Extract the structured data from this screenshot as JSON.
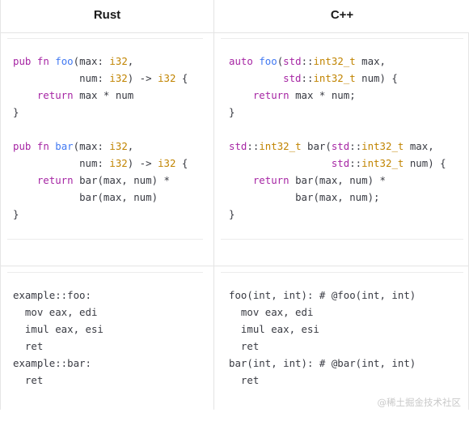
{
  "table": {
    "headers": {
      "rust": "Rust",
      "cpp": "C++"
    }
  },
  "source_code": {
    "rust": [
      {
        "indent": "",
        "parts": [
          {
            "t": "pub",
            "c": "kw"
          },
          {
            "t": " "
          },
          {
            "t": "fn",
            "c": "kw"
          },
          {
            "t": " "
          },
          {
            "t": "foo",
            "c": "fn"
          },
          {
            "t": "(max: "
          },
          {
            "t": "i32",
            "c": "ty"
          },
          {
            "t": ","
          }
        ]
      },
      {
        "indent": "           ",
        "parts": [
          {
            "t": "num: "
          },
          {
            "t": "i32",
            "c": "ty"
          },
          {
            "t": ") -> "
          },
          {
            "t": "i32",
            "c": "ty"
          },
          {
            "t": " {"
          }
        ]
      },
      {
        "indent": "    ",
        "parts": [
          {
            "t": "return",
            "c": "kw"
          },
          {
            "t": " max * num"
          }
        ]
      },
      {
        "indent": "",
        "parts": [
          {
            "t": "}"
          }
        ]
      },
      {
        "indent": "",
        "parts": [
          {
            "t": ""
          }
        ]
      },
      {
        "indent": "",
        "parts": [
          {
            "t": "pub",
            "c": "kw"
          },
          {
            "t": " "
          },
          {
            "t": "fn",
            "c": "kw"
          },
          {
            "t": " "
          },
          {
            "t": "bar",
            "c": "fn"
          },
          {
            "t": "(max: "
          },
          {
            "t": "i32",
            "c": "ty"
          },
          {
            "t": ","
          }
        ]
      },
      {
        "indent": "           ",
        "parts": [
          {
            "t": "num: "
          },
          {
            "t": "i32",
            "c": "ty"
          },
          {
            "t": ") -> "
          },
          {
            "t": "i32",
            "c": "ty"
          },
          {
            "t": " {"
          }
        ]
      },
      {
        "indent": "    ",
        "parts": [
          {
            "t": "return",
            "c": "kw"
          },
          {
            "t": " bar(max, num) *"
          }
        ]
      },
      {
        "indent": "           ",
        "parts": [
          {
            "t": "bar(max, num)"
          }
        ]
      },
      {
        "indent": "",
        "parts": [
          {
            "t": "}"
          }
        ]
      }
    ],
    "cpp": [
      {
        "indent": "",
        "parts": [
          {
            "t": "auto",
            "c": "kw"
          },
          {
            "t": " "
          },
          {
            "t": "foo",
            "c": "fn"
          },
          {
            "t": "("
          },
          {
            "t": "std",
            "c": "ns"
          },
          {
            "t": "::"
          },
          {
            "t": "int32_t",
            "c": "ty"
          },
          {
            "t": " max,"
          }
        ]
      },
      {
        "indent": "         ",
        "parts": [
          {
            "t": "std",
            "c": "ns"
          },
          {
            "t": "::"
          },
          {
            "t": "int32_t",
            "c": "ty"
          },
          {
            "t": " num) {"
          }
        ]
      },
      {
        "indent": "    ",
        "parts": [
          {
            "t": "return",
            "c": "kw"
          },
          {
            "t": " max * num;"
          }
        ]
      },
      {
        "indent": "",
        "parts": [
          {
            "t": "}"
          }
        ]
      },
      {
        "indent": "",
        "parts": [
          {
            "t": ""
          }
        ]
      },
      {
        "indent": "",
        "parts": [
          {
            "t": "std",
            "c": "ns"
          },
          {
            "t": "::"
          },
          {
            "t": "int32_t",
            "c": "ty"
          },
          {
            "t": " bar("
          },
          {
            "t": "std",
            "c": "ns"
          },
          {
            "t": "::"
          },
          {
            "t": "int32_t",
            "c": "ty"
          },
          {
            "t": " max,"
          }
        ]
      },
      {
        "indent": "                 ",
        "parts": [
          {
            "t": "std",
            "c": "ns"
          },
          {
            "t": "::"
          },
          {
            "t": "int32_t",
            "c": "ty"
          },
          {
            "t": " num) {"
          }
        ]
      },
      {
        "indent": "    ",
        "parts": [
          {
            "t": "return",
            "c": "kw"
          },
          {
            "t": " bar(max, num) *"
          }
        ]
      },
      {
        "indent": "           ",
        "parts": [
          {
            "t": "bar(max, num);"
          }
        ]
      },
      {
        "indent": "",
        "parts": [
          {
            "t": "}"
          }
        ]
      }
    ]
  },
  "assembly": {
    "rust": [
      "example::foo:",
      "  mov eax, edi",
      "  imul eax, esi",
      "  ret",
      "example::bar:",
      "  ret"
    ],
    "cpp": [
      "foo(int, int): # @foo(int, int)",
      "  mov eax, edi",
      "  imul eax, esi",
      "  ret",
      "bar(int, int): # @bar(int, int)",
      "  ret"
    ]
  },
  "watermark": "@稀土掘金技术社区",
  "colors": {
    "keyword": "#a626a4",
    "function_name": "#4078f2",
    "type": "#c18401",
    "text": "#383a42"
  }
}
